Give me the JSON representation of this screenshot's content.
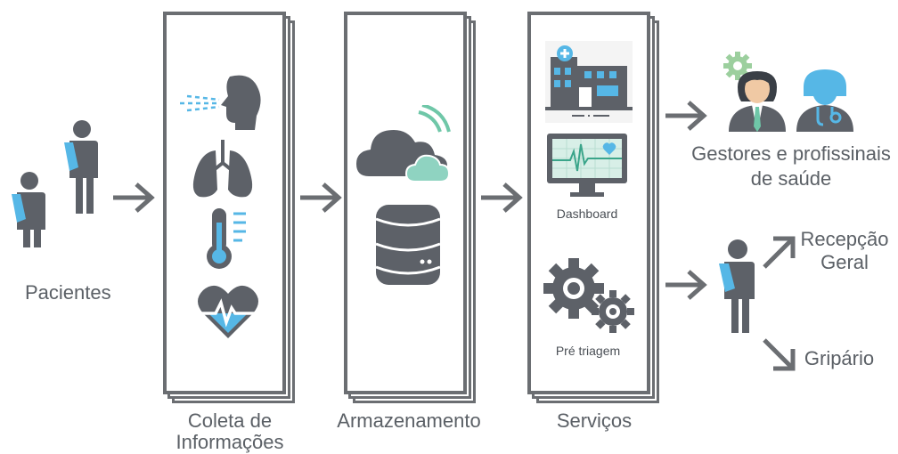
{
  "labels": {
    "patients": "Pacientes",
    "collection_line1": "Coleta de",
    "collection_line2": "Informações",
    "storage": "Armazenamento",
    "services": "Serviços",
    "dashboard": "Dashboard",
    "pre_triage": "Pré triagem",
    "managers_line1": "Gestores e profissinais",
    "managers_line2": "de saúde",
    "reception_line1": "Recepção",
    "reception_line2": "Geral",
    "flu_ward": "Gripário"
  },
  "colors": {
    "panel_border": "#6b6e72",
    "icon_dark": "#5d6168",
    "accent_blue": "#56b7e6",
    "accent_green": "#8fd3c1",
    "gear_green": "#9ccf9e",
    "label_gray": "#5b6066"
  },
  "icons": {
    "patients": "patient-with-sling-icon",
    "breath": "breath-icon",
    "lungs": "lungs-icon",
    "thermometer": "thermometer-icon",
    "heart": "heartbeat-icon",
    "cloud": "cloud-icon",
    "database": "database-icon",
    "hospital": "hospital-icon",
    "monitor": "monitor-icon",
    "gears": "gears-icon",
    "doctors": "doctors-icon"
  }
}
